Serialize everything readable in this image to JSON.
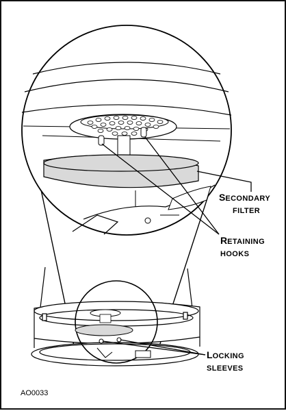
{
  "callouts": {
    "secondary_filter": {
      "line1_initial": "S",
      "line1_rest": "ECONDARY",
      "line2": "FILTER"
    },
    "retaining_hooks": {
      "line1_initial": "R",
      "line1_rest": "ETAINING",
      "line2": "HOOKS"
    },
    "locking_sleeves": {
      "line1_initial": "L",
      "line1_rest": "OCKING",
      "line2": "SLEEVES"
    }
  },
  "figure_id": "AO0033",
  "colors": {
    "filter_fill": "#d9d9d9",
    "line": "#000000",
    "background": "#ffffff"
  }
}
